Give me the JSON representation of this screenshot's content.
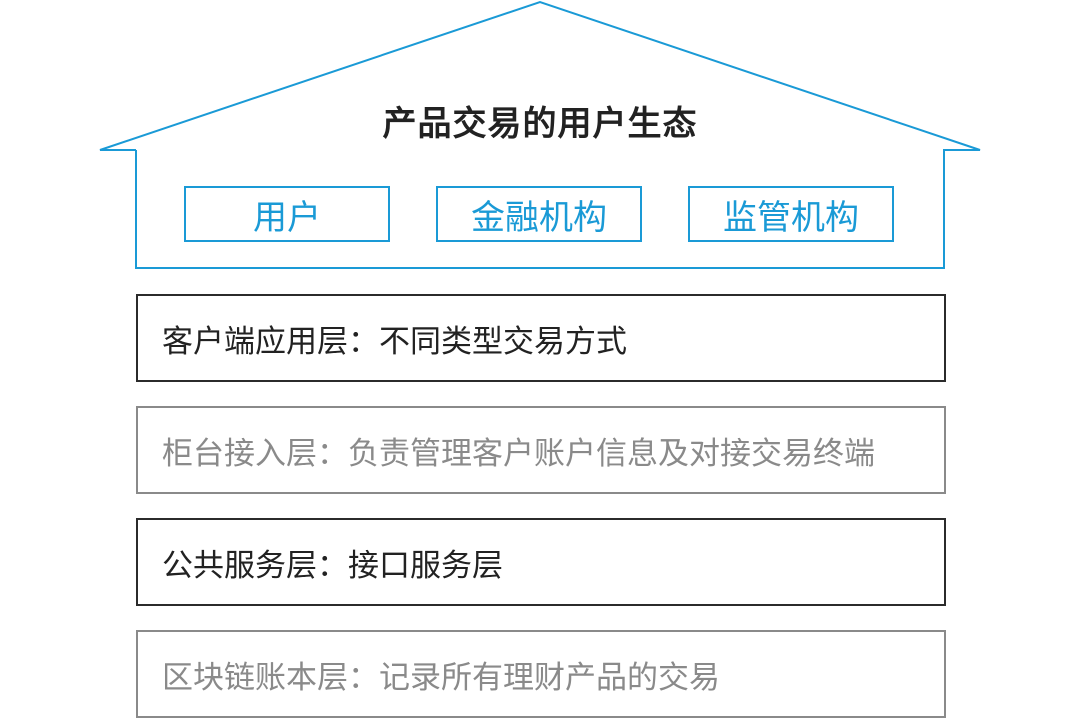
{
  "house": {
    "title": "产品交易的用户生态",
    "roles": [
      "用户",
      "金融机构",
      "监管机构"
    ]
  },
  "layers": [
    {
      "label": "客户端应用层：不同类型交易方式",
      "tone": "dark"
    },
    {
      "label": "柜台接入层：负责管理客户账户信息及对接交易终端",
      "tone": "light"
    },
    {
      "label": "公共服务层：接口服务层",
      "tone": "dark"
    },
    {
      "label": "区块链账本层：记录所有理财产品的交易",
      "tone": "light"
    }
  ],
  "colors": {
    "accent": "#1a9ad6",
    "dark_text": "#222222",
    "light_text": "#8a8a8a"
  }
}
